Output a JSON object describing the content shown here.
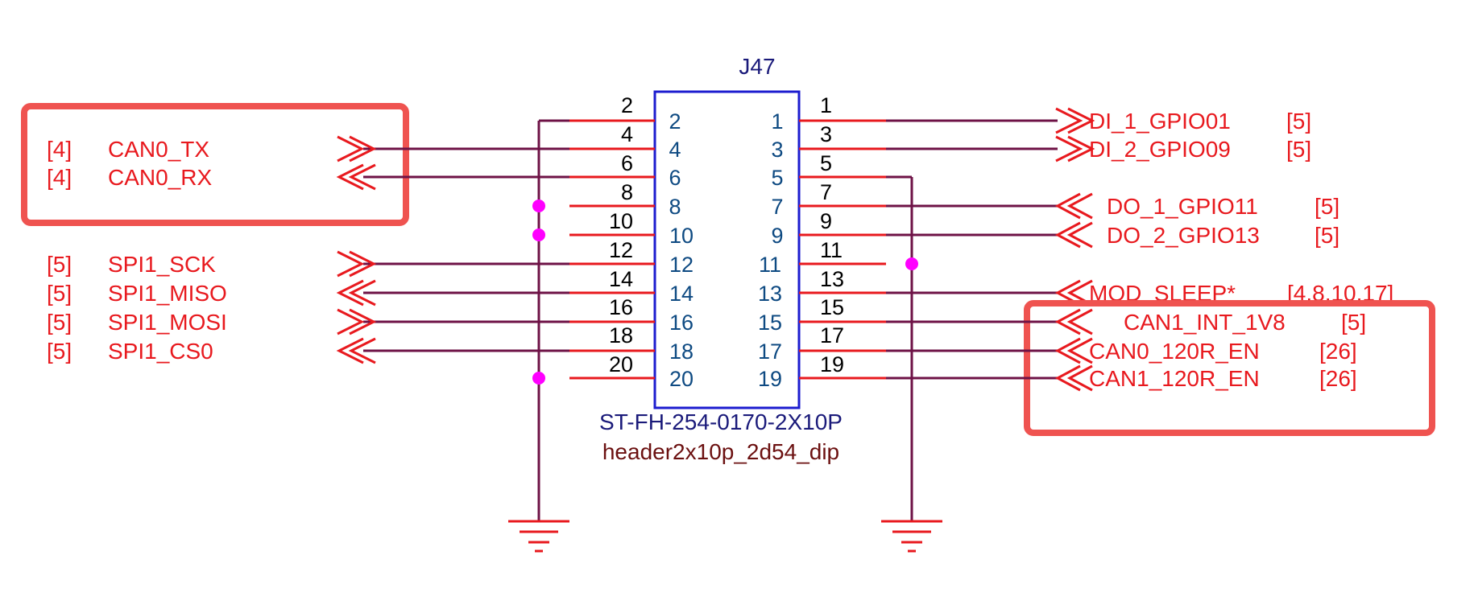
{
  "component": {
    "ref": "J47",
    "part_number": "ST-FH-254-0170-2X10P",
    "footprint": "header2x10p_2d54_dip",
    "left_pins": [
      {
        "inner": "2",
        "outer": "2"
      },
      {
        "inner": "4",
        "outer": "4"
      },
      {
        "inner": "6",
        "outer": "6"
      },
      {
        "inner": "8",
        "outer": "8"
      },
      {
        "inner": "10",
        "outer": "10"
      },
      {
        "inner": "12",
        "outer": "12"
      },
      {
        "inner": "14",
        "outer": "14"
      },
      {
        "inner": "16",
        "outer": "16"
      },
      {
        "inner": "18",
        "outer": "18"
      },
      {
        "inner": "20",
        "outer": "20"
      }
    ],
    "right_pins": [
      {
        "inner": "1",
        "outer": "1"
      },
      {
        "inner": "3",
        "outer": "3"
      },
      {
        "inner": "5",
        "outer": "5"
      },
      {
        "inner": "7",
        "outer": "7"
      },
      {
        "inner": "9",
        "outer": "9"
      },
      {
        "inner": "11",
        "outer": "11"
      },
      {
        "inner": "13",
        "outer": "13"
      },
      {
        "inner": "15",
        "outer": "15"
      },
      {
        "inner": "17",
        "outer": "17"
      },
      {
        "inner": "19",
        "outer": "19"
      }
    ]
  },
  "left_nets": [
    {
      "page": "[4]",
      "name": "CAN0_TX",
      "direction": "in"
    },
    {
      "page": "[4]",
      "name": "CAN0_RX",
      "direction": "out"
    },
    {
      "page": "[5]",
      "name": "SPI1_SCK",
      "direction": "in"
    },
    {
      "page": "[5]",
      "name": "SPI1_MISO",
      "direction": "out"
    },
    {
      "page": "[5]",
      "name": "SPI1_MOSI",
      "direction": "in"
    },
    {
      "page": "[5]",
      "name": "SPI1_CS0",
      "direction": "out"
    }
  ],
  "right_nets": [
    {
      "name": "DI_1_GPIO01",
      "page": "[5]",
      "direction": "out"
    },
    {
      "name": "DI_2_GPIO09",
      "page": "[5]",
      "direction": "out"
    },
    {
      "name": "DO_1_GPIO11",
      "page": "[5]",
      "direction": "in"
    },
    {
      "name": "DO_2_GPIO13",
      "page": "[5]",
      "direction": "in"
    },
    {
      "name": "MOD_SLEEP*",
      "page": "[4,8,10,17]",
      "direction": "in"
    },
    {
      "name": "CAN1_INT_1V8",
      "page": "[5]",
      "direction": "in"
    },
    {
      "name": "CAN0_120R_EN",
      "page": "[26]",
      "direction": "in"
    },
    {
      "name": "CAN1_120R_EN",
      "page": "[26]",
      "direction": "in"
    }
  ],
  "colors": {
    "net_red": "#e8191e",
    "wire": "#6e1246",
    "body": "#1c1ccf",
    "pin_number": "#0e4a82",
    "ref": "#1a1a7a",
    "footprint": "#6b1010",
    "junction": "#ff00ff",
    "highlight": "#ef5350"
  }
}
